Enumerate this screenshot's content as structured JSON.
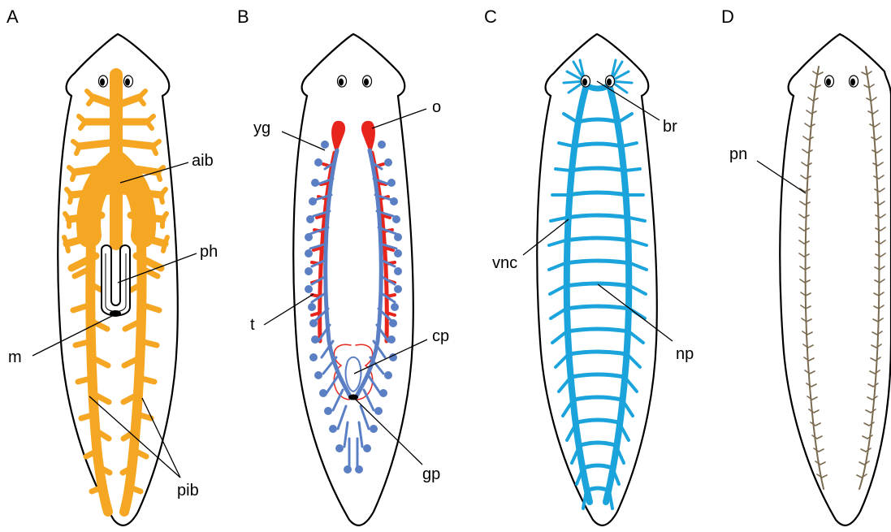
{
  "panels": {
    "A": {
      "letter": "A",
      "labels": {
        "aib": "aib",
        "ph": "ph",
        "m": "m",
        "pib": "pib"
      }
    },
    "B": {
      "letter": "B",
      "labels": {
        "yg": "yg",
        "o": "o",
        "t": "t",
        "cp": "cp",
        "gp": "gp"
      }
    },
    "C": {
      "letter": "C",
      "labels": {
        "br": "br",
        "vnc": "vnc",
        "np": "np"
      }
    },
    "D": {
      "letter": "D",
      "labels": {
        "pn": "pn"
      }
    }
  },
  "colors": {
    "intestine": "#f5a623",
    "testes": "#5b7fc4",
    "yolk_glands": "#e8251c",
    "nervous_system": "#1ba3dc",
    "protonephridia": "#7a6a4f",
    "outline": "#000000"
  }
}
